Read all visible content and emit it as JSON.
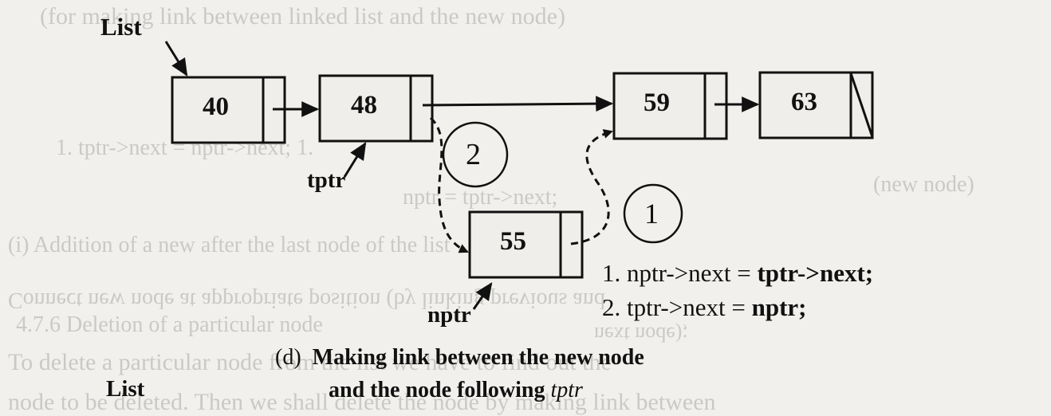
{
  "labels": {
    "list_top": "List",
    "list_bottom": "List",
    "tptr": "tptr",
    "nptr": "nptr"
  },
  "nodes": {
    "n40": "40",
    "n48": "48",
    "n59": "59",
    "n63": "63",
    "new_node": "55"
  },
  "step_markers": {
    "step1": "1",
    "step2": "2"
  },
  "code": {
    "line1_prefix": "1. nptr->next = ",
    "line1_bold": "tptr->next;",
    "line2_prefix": "2. tptr->next = ",
    "line2_bold": "nptr;"
  },
  "caption": {
    "tag": "(d)",
    "line1": "Making link between the new node",
    "line2_prefix": "and the node following ",
    "line2_italic": "tptr"
  },
  "bleed_through": {
    "line_a": "(for making link between linked list and the new node)",
    "line_b": "1. tptr->next = nptr->next; 1.",
    "line_c": "nptr = tptr->next;",
    "line_d": "(new node)",
    "line_e": "(i) Addition of a new after the last node of the list",
    "line_f": "Connect new node at appropriate position (by linking previous and",
    "line_g": "4.7.6 Deletion of a particular node",
    "line_h": "next node);",
    "line_i": "To delete a particular node from the list we have to find out the",
    "line_j": "node to be deleted. Then we shall delete the node by making link between"
  },
  "colors": {
    "ink": "#111111",
    "paper": "#f1f0ec",
    "node_fill": "#efeeea"
  }
}
